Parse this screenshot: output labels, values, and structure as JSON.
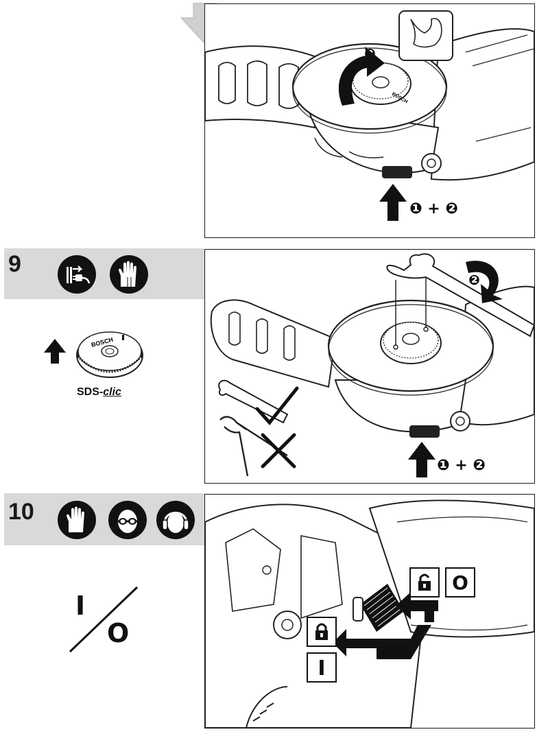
{
  "steps": [
    {
      "number": "9"
    },
    {
      "number": "10"
    }
  ],
  "panel_top": {
    "callout_1": "❷",
    "callout_2": "❶ + ❷"
  },
  "step9": {
    "product_label_prefix": "SDS-",
    "product_label_suffix": "clic",
    "nut_brand": "BOSCH",
    "callout_2": "❷",
    "callout_3": "❶ + ❷",
    "icons": [
      "unplug-icon",
      "gloves-icon"
    ]
  },
  "step10": {
    "switch_on_symbol": "I",
    "switch_off_symbol": "O",
    "box_off_symbol": "O",
    "box_on_symbol": "I",
    "icons": [
      "gloves-icon",
      "goggles-icon",
      "ear-protection-icon"
    ]
  }
}
